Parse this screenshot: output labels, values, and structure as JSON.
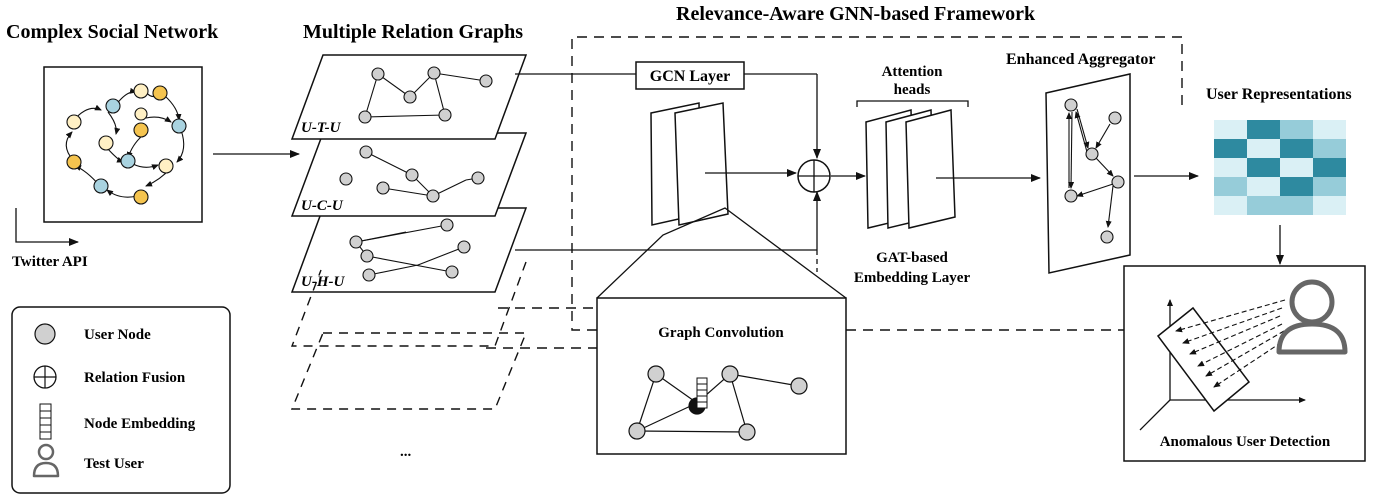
{
  "titles": {
    "social_network": "Complex Social Network",
    "relation_graphs": "Multiple Relation Graphs",
    "framework": "Relevance-Aware GNN-based Framework"
  },
  "source_label": "Twitter API",
  "relation_planes": [
    "U-T-U",
    "U-C-U",
    "U-H-U"
  ],
  "ellipsis": "...",
  "gcn_layer": "GCN Layer",
  "attention_heads": [
    "Attention",
    "heads"
  ],
  "gat_layer": [
    "GAT-based",
    "Embedding Layer"
  ],
  "enhanced_aggregator": "Enhanced Aggregator",
  "user_representations": "User Representations",
  "graph_convolution": "Graph Convolution",
  "anomalous_detection": "Anomalous User Detection",
  "legend": {
    "user_node": "User Node",
    "relation_fusion": "Relation Fusion",
    "node_embedding": "Node Embedding",
    "test_user": "Test User"
  },
  "colors": {
    "node_gray": "#d0d0d0",
    "node_yellow": "#f5c44f",
    "node_cream": "#fff0c4",
    "node_blue": "#a9d3e0",
    "matrix_dark": "#2e8aa0",
    "matrix_mid": "#96ccd9",
    "matrix_light": "#daf0f5",
    "user_icon": "#666666"
  },
  "icons": [
    "user-node-icon",
    "relation-fusion-icon",
    "node-embedding-icon",
    "test-user-icon"
  ]
}
